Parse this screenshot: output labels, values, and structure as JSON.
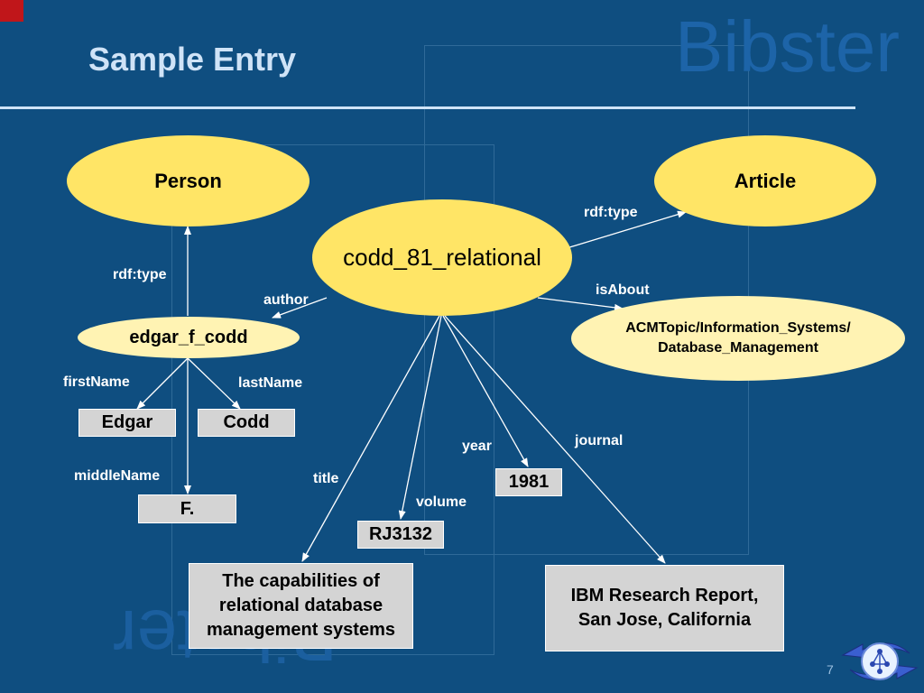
{
  "slide": {
    "title": "Sample Entry",
    "watermark": "Bibster",
    "page_number": "7"
  },
  "nodes": {
    "person": "Person",
    "article": "Article",
    "codd": "codd_81_relational",
    "edgar_f_codd": "edgar_f_codd",
    "topic_line1": "ACMTopic/Information_Systems/",
    "topic_line2": "Database_Management",
    "edgar": "Edgar",
    "codd_last": "Codd",
    "f": "F.",
    "year_value": "1981",
    "volume_value": "RJ3132",
    "title_line1": "The capabilities of",
    "title_line2": "relational database",
    "title_line3": "management systems",
    "journal_line1": "IBM Research Report,",
    "journal_line2": "San Jose, California"
  },
  "edges": {
    "rdf_type_person": "rdf:type",
    "rdf_type_article": "rdf:type",
    "author": "author",
    "is_about": "isAbout",
    "first_name": "firstName",
    "last_name": "lastName",
    "middle_name": "middleName",
    "title": "title",
    "volume": "volume",
    "year": "year",
    "journal": "journal"
  },
  "colors": {
    "background": "#0f4e80",
    "node_fill": "#ffe566",
    "literal_fill": "#d4d4d4",
    "edge": "#ffffff",
    "accent": "#c0161a"
  }
}
